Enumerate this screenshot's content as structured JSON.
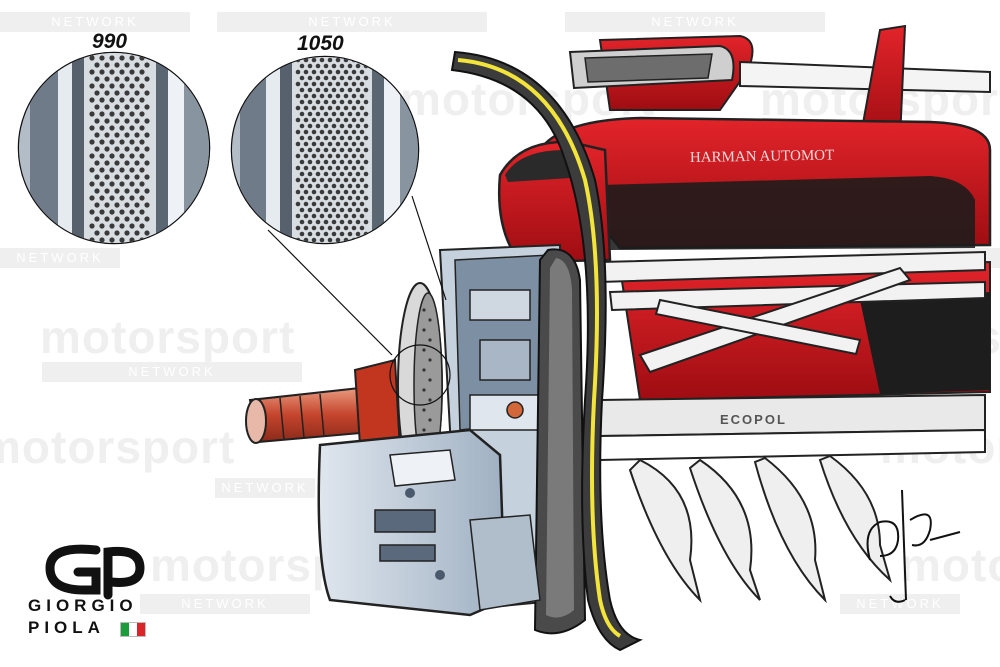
{
  "zooms": [
    {
      "label": "990"
    },
    {
      "label": "1050"
    }
  ],
  "watermark": {
    "brand": "motorsport",
    "network": "NETWORK"
  },
  "logo": {
    "line1": "GIORGIO",
    "line2": "PIOLA",
    "flag_colors": [
      "#1a9b3c",
      "#ffffff",
      "#d9252a"
    ]
  },
  "car_text": {
    "sponsor_top": "HARMAN AUTOMOT",
    "sponsor_floor": "ECOPOL"
  },
  "colors": {
    "ferrari_red": "#d0141b",
    "dark_red": "#7a0a0e",
    "highlight_yellow": "#f2e43a",
    "brake_grey": "#b9c6d3"
  }
}
